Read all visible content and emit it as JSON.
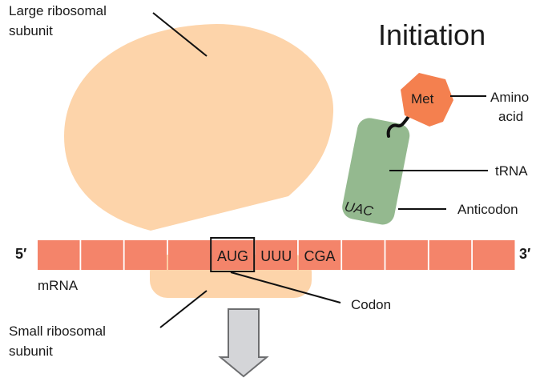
{
  "title": "Initiation",
  "colors": {
    "ribosome": "#fdd4aa",
    "mrna": "#f4846a",
    "mrna_divider": "#ffffff",
    "amino_acid": "#f4804f",
    "trna": "#94b98f",
    "arrow_fill": "#d4d5d8",
    "arrow_stroke": "#6d6e70",
    "ink": "#111111"
  },
  "labels": {
    "large_subunit": [
      "Large ribosomal",
      "subunit"
    ],
    "small_subunit": [
      "Small ribosomal",
      "subunit"
    ],
    "mrna": "mRNA",
    "five_prime": "5′",
    "three_prime": "3′",
    "codon": "Codon",
    "amino_acid": [
      "Amino",
      "acid"
    ],
    "trna": "tRNA",
    "anticodon": "Anticodon"
  },
  "amino_acid_name": "Met",
  "anticodon_seq": "UAC",
  "mrna_segments": [
    "",
    "",
    "",
    "",
    "AUG",
    "UUU",
    "CGA",
    "",
    "",
    "",
    ""
  ],
  "highlighted_codon_index": 4
}
